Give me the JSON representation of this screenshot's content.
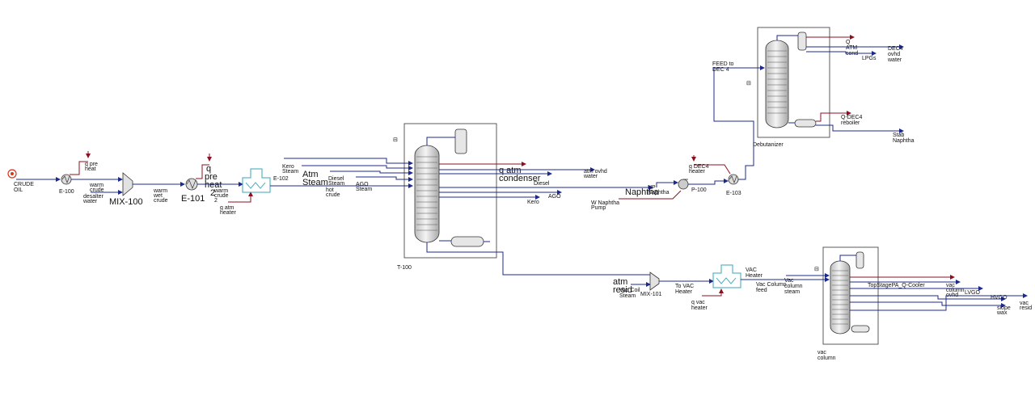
{
  "flowsheet": {
    "colors": {
      "material_stream": "#1c2a8c",
      "energy_stream": "#8b1020",
      "vessel_fill": "#e6e6e6",
      "exchanger": "#3aa6b9",
      "feed_icon": "#d9341b"
    },
    "labels": {
      "crude_oil": [
        "CRUDE",
        "OIL"
      ],
      "e100": "E-100",
      "q_pre_heat": [
        "q pre",
        "heat"
      ],
      "warm_crude": [
        "warm",
        "crude"
      ],
      "desalter_water": [
        "desalter",
        "water"
      ],
      "mix100": "MIX-100",
      "warm_wet_crude": [
        "warm",
        "wet",
        "crude"
      ],
      "q_pre_heat_2": [
        "q",
        "pre",
        "heat",
        "2"
      ],
      "e101": "E-101",
      "warm_crude_2": [
        "warm",
        "crude",
        "2"
      ],
      "q_atm_heater": [
        "q atm",
        "heater"
      ],
      "kero_steam": [
        "Kero",
        "Steam"
      ],
      "e102": "E-102",
      "atm_steam": [
        "Atm",
        "Steam"
      ],
      "diesel_steam": [
        "Diesel",
        "Steam"
      ],
      "hot_crude": [
        "hot",
        "crude"
      ],
      "ago_steam": [
        "AGO",
        "Steam"
      ],
      "t100": "T-100",
      "q_atm_condenser": [
        "q atm",
        "condenser"
      ],
      "atm_ovhd_water": [
        "atm ovhd",
        "water"
      ],
      "diesel": "Diesel",
      "ago": "AGO",
      "kero": "Kero",
      "naphtha": "Naphtha",
      "hp_naphtha": [
        "HP",
        "Naphtha"
      ],
      "p100": "P-100",
      "w_naphtha_pump": [
        "W Naphtha",
        "Pump"
      ],
      "q_dec4_heater": [
        "q DEC4",
        "heater"
      ],
      "e103": "E-103",
      "feed_to_dec4": [
        "FEED to",
        "DEC 4"
      ],
      "q_atm_cond": [
        "Q",
        "ATM",
        "cond"
      ],
      "lpgs": "LPGs",
      "dec4_ovhd_water": [
        "DEC4",
        "ovhd",
        "water"
      ],
      "q_dec4_reboiler": [
        "Q-DEC4",
        "reboiler"
      ],
      "debutanizer": "Debutanizer",
      "stab_naphtha": [
        "Stab",
        "Naphtha"
      ],
      "atm_resid": [
        "atm",
        "resid"
      ],
      "vac_coil_steam": [
        "Vac Coil",
        "Steam"
      ],
      "mix101": "MIX-101",
      "to_vac_heater": [
        "To VAC",
        "Heater"
      ],
      "q_vac_heater": [
        "q vac",
        "heater"
      ],
      "vac_heater": [
        "VAC",
        "Heater"
      ],
      "vac_column_feed": [
        "Vac Column",
        "feed"
      ],
      "vac_column_steam": [
        "Vac",
        "column",
        "steam"
      ],
      "topstage_cooler": "TopStagePA_Q-Cooler",
      "vac_column_ovhd": [
        "vac",
        "column",
        "ovhd"
      ],
      "lvgo": "LVGO",
      "hvgo": "HVGO",
      "slope_wax": [
        "slope",
        "wax"
      ],
      "vac_resid": [
        "vac",
        "resid"
      ],
      "vac_column": [
        "vac",
        "column"
      ]
    }
  }
}
